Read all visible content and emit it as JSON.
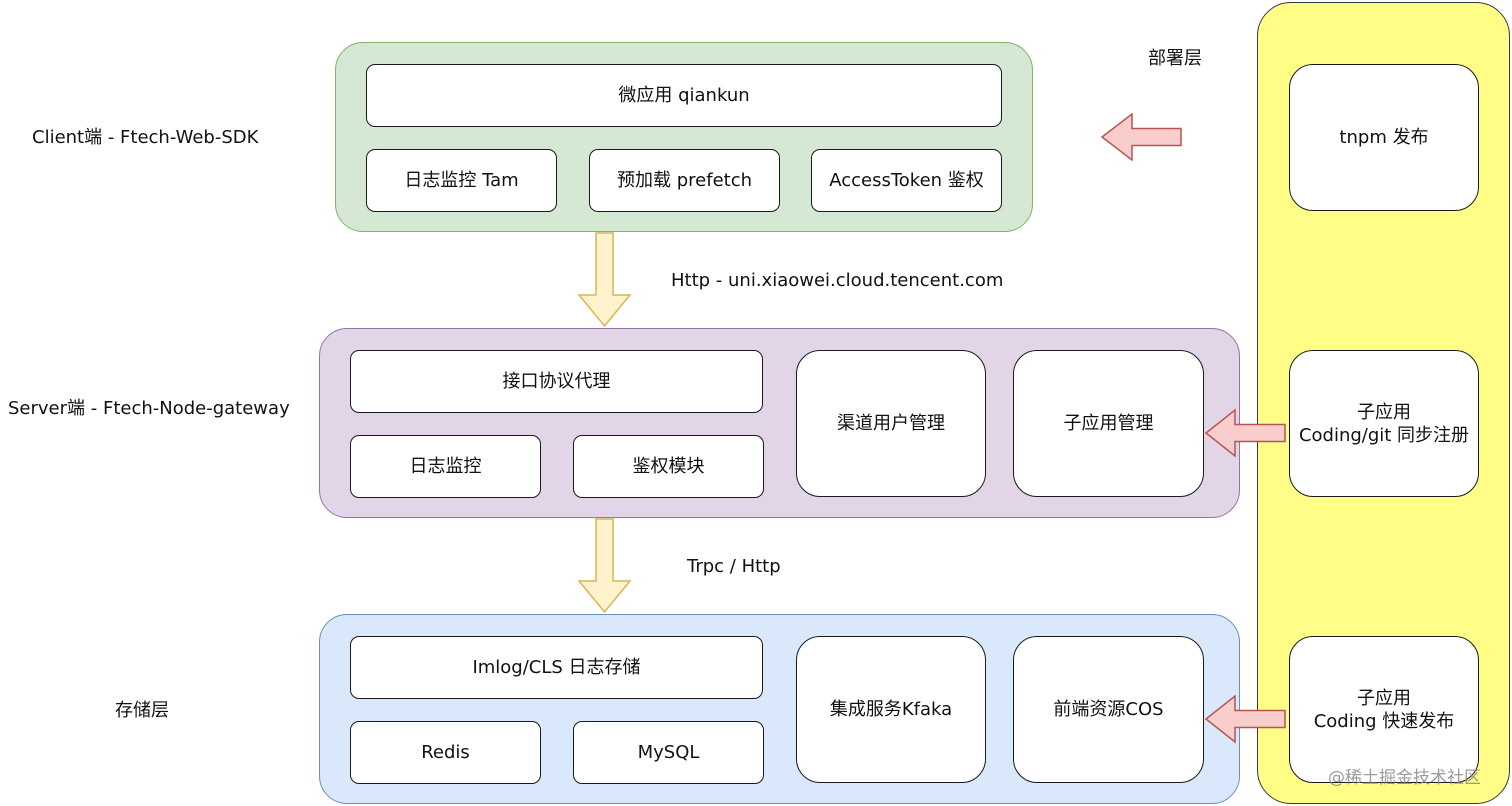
{
  "colors": {
    "client_fill": "#d5e8d4",
    "client_stroke": "#82b366",
    "server_fill": "#e1d5e7",
    "server_stroke": "#9673a6",
    "storage_fill": "#dae8fc",
    "storage_stroke": "#6c8ebf",
    "deploy_fill": "#ffff88",
    "deploy_stroke": "#36393d",
    "down_arrow_fill": "#fff2cc",
    "down_arrow_stroke": "#d6b656",
    "left_arrow_fill": "#f8cecc",
    "left_arrow_stroke": "#b85450"
  },
  "side_labels": {
    "client": "Client端 - Ftech-Web-SDK",
    "server": "Server端 - Ftech-Node-gateway",
    "storage": "存储层",
    "deploy": "部署层"
  },
  "connectors": {
    "client_server": "Http - uni.xiaowei.cloud.tencent.com",
    "server_storage": "Trpc / Http"
  },
  "client": {
    "micro_app": "微应用 qiankun",
    "log_monitor": "日志监控 Tam",
    "prefetch": "预加载 prefetch",
    "auth": "AccessToken 鉴权"
  },
  "server": {
    "proxy": "接口协议代理",
    "log_monitor": "日志监控",
    "auth_module": "鉴权模块",
    "channel_users": "渠道用户管理",
    "sub_app_mgmt": "子应用管理"
  },
  "storage": {
    "log_storage": "Imlog/CLS 日志存储",
    "redis": "Redis",
    "mysql": "MySQL",
    "kafka": "集成服务Kfaka",
    "cos": "前端资源COS"
  },
  "deploy": {
    "tnpm": "tnpm 发布",
    "sync_line1": "子应用",
    "sync_line2": "Coding/git 同步注册",
    "fast_line1": "子应用",
    "fast_line2": "Coding 快速发布"
  },
  "watermark": "@稀土掘金技术社区"
}
